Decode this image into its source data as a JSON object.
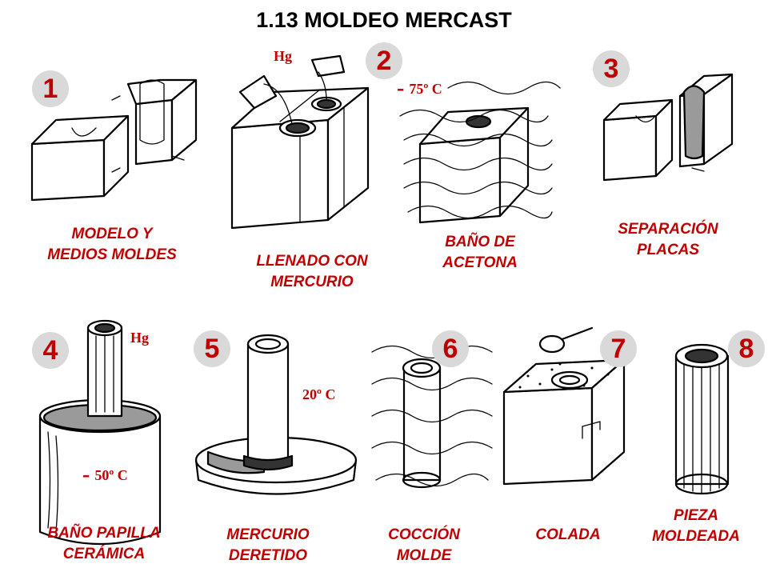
{
  "title": "1.13   MOLDEO MERCAST",
  "steps": [
    {
      "number": "1",
      "caption": [
        "MODELO Y",
        "MEDIOS MOLDES"
      ]
    },
    {
      "number": "2",
      "caption_a": [
        "LLENADO CON",
        "MERCURIO"
      ],
      "caption_b": [
        "BAÑO DE",
        "ACETONA"
      ],
      "label_hg": "Hg",
      "temperature": "75º C"
    },
    {
      "number": "3",
      "caption": [
        "SEPARACIÓN",
        "PLACAS"
      ]
    },
    {
      "number": "4",
      "caption": [
        "BAÑO PAPILLA",
        "CERÁMICA"
      ],
      "label_hg": "Hg",
      "temperature": "50º C"
    },
    {
      "number": "5",
      "caption": [
        "MERCURIO",
        "DERETIDO"
      ],
      "temperature": "20º C"
    },
    {
      "number": "6",
      "caption": [
        "COCCIÓN",
        "MOLDE"
      ]
    },
    {
      "number": "7",
      "caption": [
        "COLADA"
      ]
    },
    {
      "number": "8",
      "caption": [
        "PIEZA",
        "MOLDEADA"
      ]
    }
  ],
  "colors": {
    "label_red": "#c00000",
    "badge_gray": "#d9d9d9",
    "ink": "#000000"
  }
}
